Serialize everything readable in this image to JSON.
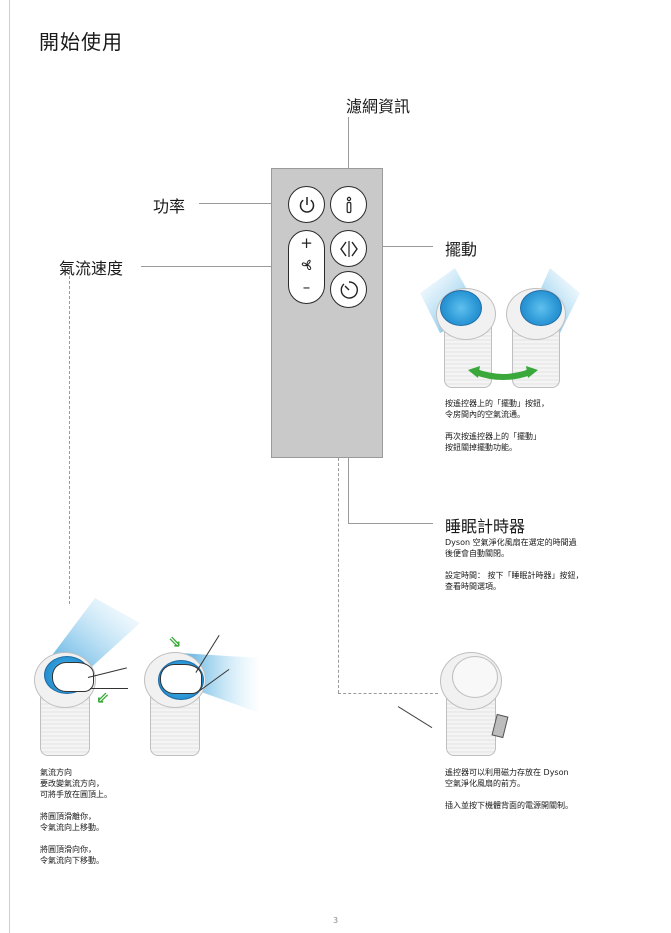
{
  "page": {
    "title": "開始使用",
    "number": "3"
  },
  "callouts": {
    "filter": "濾網資訊",
    "power": "功率",
    "airflow": "氣流速度",
    "oscillation": "擺動"
  },
  "remote": {
    "power_icon": "power-icon",
    "info_icon": "info-icon",
    "plus": "+",
    "minus": "–",
    "fan_icon": "fan-icon",
    "oscillation_icon": "oscillation-icon",
    "timer_icon": "timer-icon"
  },
  "oscillation": {
    "lines": [
      [
        "按遙控器上的「擺動」按鈕，",
        "令房間內的空氣流通。"
      ],
      [
        "再次按遙控器上的「擺動」",
        "按鈕關掉擺動功能。"
      ]
    ]
  },
  "sleep_timer": {
    "title": "睡眠計時器",
    "lines": [
      [
        "Dyson 空氣淨化風扇在選定的時間過",
        "後便會自動關閉。"
      ],
      [
        "設定時間： 按下「睡眠計時器」按鈕，",
        "查看時間選項。"
      ]
    ]
  },
  "airflow_direction": {
    "lines": [
      [
        "氣流方向",
        "要改變氣流方向，",
        "可將手放在圓頂上。"
      ],
      [
        "將圓頂滑離你，",
        "令氣流向上移動。"
      ],
      [
        "將圓頂滑向你，",
        "令氣流向下移動。"
      ]
    ]
  },
  "storage": {
    "lines": [
      [
        "遙控器可以利用磁力存放在 Dyson",
        "空氣淨化風扇的前方。"
      ],
      [
        "插入並按下機體背面的電源開關制。"
      ]
    ]
  },
  "colors": {
    "airflow_blue": "#2f9ad8",
    "arrow_green": "#3aa83a",
    "remote_grey": "#c9c9c9"
  }
}
